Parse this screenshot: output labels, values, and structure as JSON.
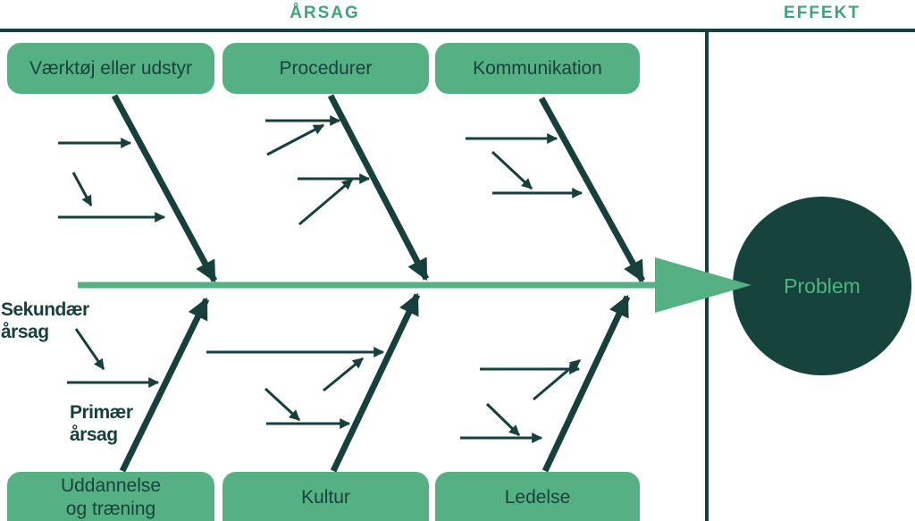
{
  "colors": {
    "green": "#55b183",
    "dark": "#17403c",
    "circle": "#17433d",
    "header_green": "#3fa478",
    "problem_text": "#4db681",
    "box_text": "#15443c"
  },
  "headers": {
    "cause": "ÅRSAG",
    "effect": "EFFEKT"
  },
  "boxes": {
    "top": [
      {
        "label": "Værktøj eller udstyr"
      },
      {
        "label": "Procedurer"
      },
      {
        "label": "Kommunikation"
      }
    ],
    "bottom": [
      {
        "label": "Uddannelse\nog træning"
      },
      {
        "label": "Kultur"
      },
      {
        "label": "Ledelse"
      }
    ]
  },
  "annotations": {
    "secondary": "Sekundær\nårsag",
    "primary": "Primær\nårsag"
  },
  "problem": {
    "label": "Problem"
  }
}
